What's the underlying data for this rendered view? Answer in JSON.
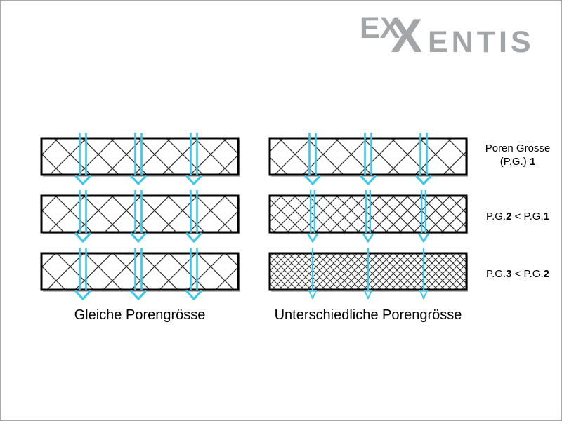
{
  "logo": {
    "text": "EXXENTIS",
    "seg_ex": "EX",
    "seg_x": "X",
    "seg_entis": "ENTIS"
  },
  "colors": {
    "accent": "#35c8f0",
    "hatch": "#333333",
    "border": "#000000",
    "shadow": "#bdbdbd",
    "logo": "#a2a6a8",
    "frame": "#a9a9a9",
    "text": "#000000",
    "bg": "#ffffff"
  },
  "left_column": {
    "caption": "Gleiche Porengrösse",
    "rows": [
      {
        "pore_size": "large"
      },
      {
        "pore_size": "large"
      },
      {
        "pore_size": "large"
      }
    ]
  },
  "right_column": {
    "caption": "Unterschiedliche Porengrösse",
    "rows": [
      {
        "pore_size": "large"
      },
      {
        "pore_size": "medium"
      },
      {
        "pore_size": "small"
      }
    ]
  },
  "labels": {
    "row1": {
      "line1": "Poren Grösse",
      "line2_prefix": "(P.G.) ",
      "line2_num": "1"
    },
    "row2": {
      "p1": "P.G.",
      "n1": "2",
      "mid": " < ",
      "p2": "P.G.",
      "n2": "1"
    },
    "row3": {
      "p1": "P.G.",
      "n1": "3",
      "mid": " < ",
      "p2": "P.G.",
      "n2": "2"
    }
  }
}
